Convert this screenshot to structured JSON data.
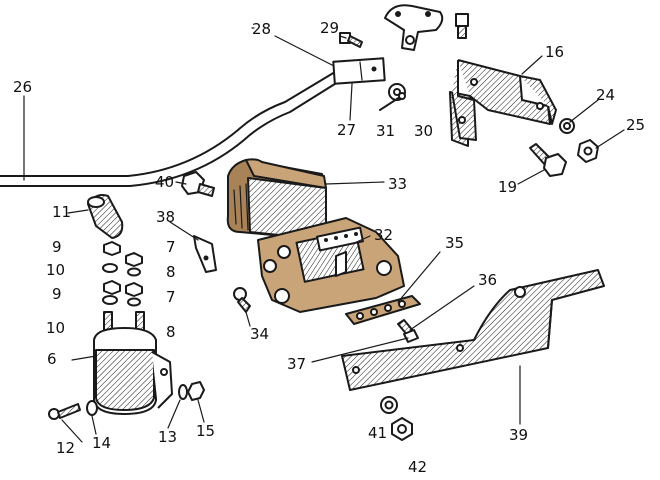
{
  "diagram": {
    "callouts": {
      "c6": "6",
      "c7a": "7",
      "c7b": "7",
      "c8a": "8",
      "c8b": "8",
      "c9a": "9",
      "c9b": "9",
      "c10a": "10",
      "c10b": "10",
      "c11": "11",
      "c12": "12",
      "c13": "13",
      "c14": "14",
      "c15": "15",
      "c16": "16",
      "c19": "19",
      "c24": "24",
      "c25": "25",
      "c26": "26",
      "c27": "27",
      "c28": "28",
      "c29": "29",
      "c30": "30",
      "c31": "31",
      "c32": "32",
      "c33": "33",
      "c34": "34",
      "c35": "35",
      "c36": "36",
      "c37": "37",
      "c38": "38",
      "c39": "39",
      "c40": "40",
      "c41": "41",
      "c42": "42"
    },
    "colors": {
      "ink": "#1a1a1a",
      "regulator_tan": "#c9a478",
      "background": "#ffffff"
    }
  }
}
